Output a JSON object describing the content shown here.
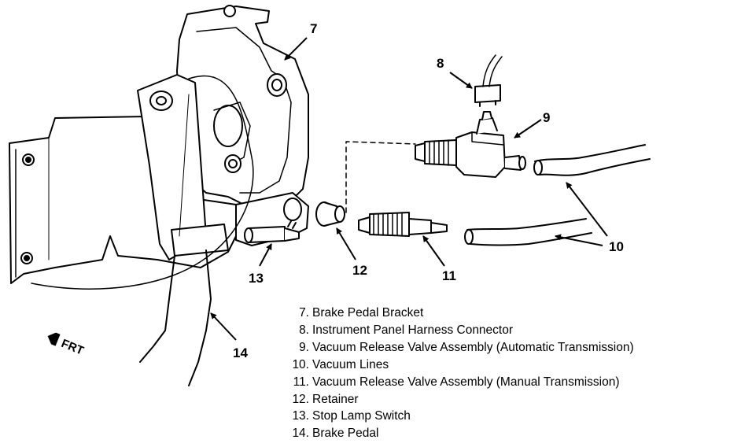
{
  "callouts": {
    "c7": "7",
    "c8": "8",
    "c9": "9",
    "c10": "10",
    "c11": "11",
    "c12": "12",
    "c13": "13",
    "c14": "14"
  },
  "direction_label": "FRT",
  "legend": [
    {
      "num": "7.",
      "text": "Brake Pedal Bracket"
    },
    {
      "num": "8.",
      "text": "Instrument Panel Harness Connector"
    },
    {
      "num": "9.",
      "text": "Vacuum Release Valve Assembly (Automatic Transmission)"
    },
    {
      "num": "10.",
      "text": "Vacuum Lines"
    },
    {
      "num": "11.",
      "text": "Vacuum Release Valve Assembly (Manual Transmission)"
    },
    {
      "num": "12.",
      "text": "Retainer"
    },
    {
      "num": "13.",
      "text": "Stop Lamp Switch"
    },
    {
      "num": "14.",
      "text": "Brake Pedal"
    }
  ]
}
